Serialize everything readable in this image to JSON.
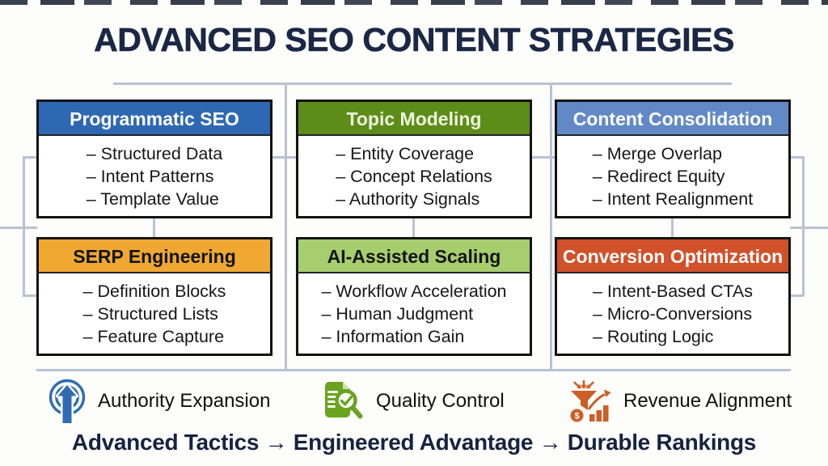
{
  "title": "ADVANCED SEO CONTENT STRATEGIES",
  "boxes": [
    {
      "title": "Programmatic SEO",
      "header_bg": "#2e68b3",
      "header_fg": "#ffffff",
      "items": [
        "– Structured Data",
        "– Intent Patterns",
        "– Template Value"
      ]
    },
    {
      "title": "Topic Modeling",
      "header_bg": "#5e8c1b",
      "header_fg": "#eef6da",
      "items": [
        "– Entity Coverage",
        "– Concept Relations",
        "– Authority Signals"
      ]
    },
    {
      "title": "Content Consolidation",
      "header_bg": "#6189c6",
      "header_fg": "#ffffff",
      "items": [
        "– Merge Overlap",
        "– Redirect Equity",
        "– Intent Realignment"
      ]
    },
    {
      "title": "SERP Engineering",
      "header_bg": "#f0a833",
      "header_fg": "#141414",
      "items": [
        "– Definition Blocks",
        "– Structured Lists",
        "– Feature Capture"
      ]
    },
    {
      "title": "AI-Assisted Scaling",
      "header_bg": "#a7ce6e",
      "header_fg": "#141414",
      "items": [
        "– Workflow Acceleration",
        "– Human Judgment",
        "– Information Gain"
      ]
    },
    {
      "title": "Conversion Optimization",
      "header_bg": "#d1512a",
      "header_fg": "#ffffff",
      "items": [
        "– Intent-Based CTAs",
        "– Micro-Conversions",
        "– Routing Logic"
      ]
    }
  ],
  "legend": [
    {
      "icon": "authority-expansion-icon",
      "label": "Authority Expansion",
      "color": "#2f6cb3"
    },
    {
      "icon": "quality-control-icon",
      "label": "Quality Control",
      "color": "#69a31f"
    },
    {
      "icon": "revenue-alignment-icon",
      "label": "Revenue Alignment",
      "color": "#cc5f26",
      "coin_symbol": "$"
    }
  ],
  "tagline": "Advanced Tactics → Engineered Advantage → Durable Rankings",
  "colors": {
    "title_navy": "#1a2745",
    "connector_line": "#b7c3d3",
    "card_border": "#131313",
    "icon_blue": "#2f6cb3",
    "icon_green": "#69a31f",
    "icon_orange": "#cc5f26"
  }
}
